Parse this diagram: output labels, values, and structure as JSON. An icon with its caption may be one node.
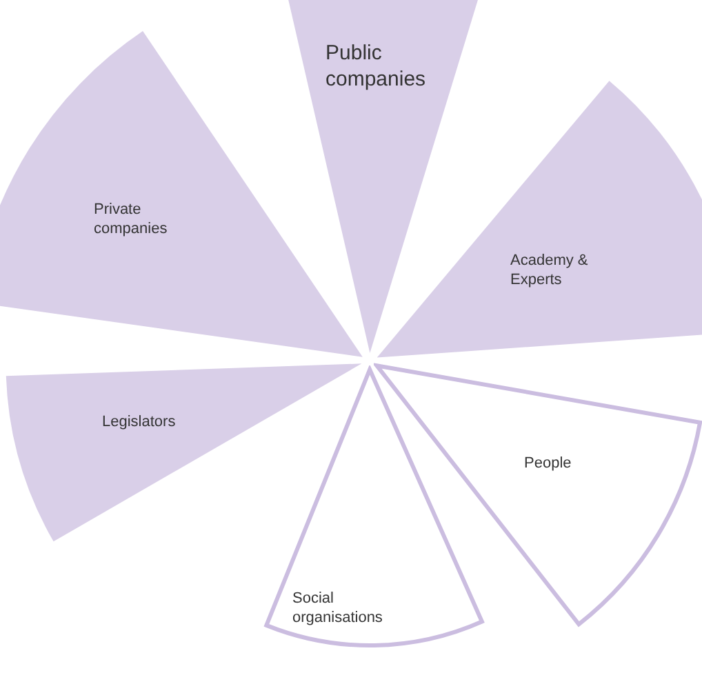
{
  "diagram": {
    "nodes": [
      {
        "text": [
          "Public companies"
        ]
      },
      {
        "text": [
          "Private companies"
        ]
      },
      {
        "text": [
          "Academy & Experts"
        ]
      },
      {
        "text": [
          "Legislators"
        ]
      },
      {
        "text": [
          "People"
        ]
      },
      {
        "text": [
          "Social organisations"
        ]
      }
    ]
  }
}
